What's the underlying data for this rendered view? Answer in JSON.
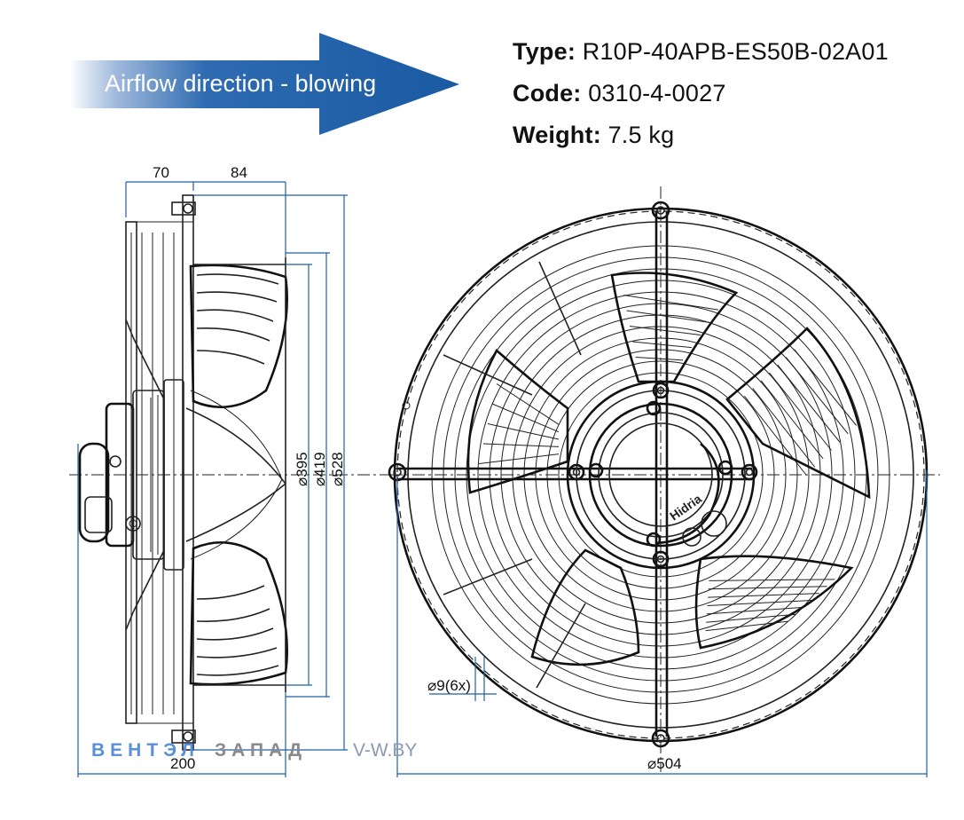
{
  "airflow": {
    "label": "Airflow direction - blowing",
    "color": "#1f5fa8"
  },
  "specs": {
    "type_label": "Type:",
    "type_value": "R10P-40APB-ES50B-02A01",
    "code_label": "Code:",
    "code_value": "0310-4-0027",
    "weight_label": "Weight:",
    "weight_value": "7.5 kg"
  },
  "dimensions": {
    "d70": "70",
    "d84": "84",
    "d200": "200",
    "d395": "⌀395",
    "d419": "⌀419",
    "d528": "⌀528",
    "d504": "⌀504",
    "holes": "⌀9(6x)"
  },
  "brand_mark": "Hidria",
  "watermark": {
    "blue": "ВЕНТЭЛ",
    "gray": "ЗАПАД",
    "url": "V-W.BY"
  }
}
